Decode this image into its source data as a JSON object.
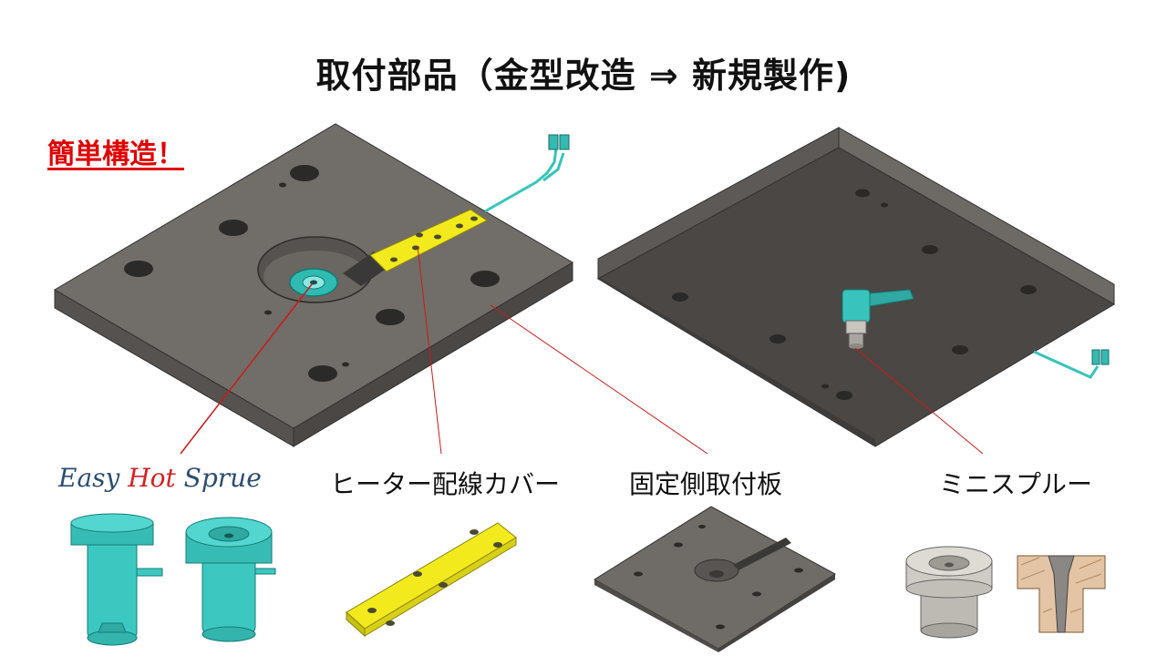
{
  "title": "取付部品（金型改造 ⇒ 新規製作)",
  "badge": "簡単構造！",
  "labels": {
    "brand": {
      "word1": "Easy",
      "word2": "Hot",
      "word3": "Sprue"
    },
    "heater_cover": "ヒーター配線カバー",
    "fixed_plate": "固定側取付板",
    "mini_sprue": "ミニスプルー"
  },
  "colors": {
    "plate_top": "#6f6b66",
    "plate_side": "#4f4c49",
    "dark_plate": "#4a4744",
    "cyan": "#3cc8c0",
    "yellow": "#f2ea1c",
    "leader": "#cc1a1a",
    "brand_blue": "#2c4d72",
    "brand_red": "#d42222"
  }
}
